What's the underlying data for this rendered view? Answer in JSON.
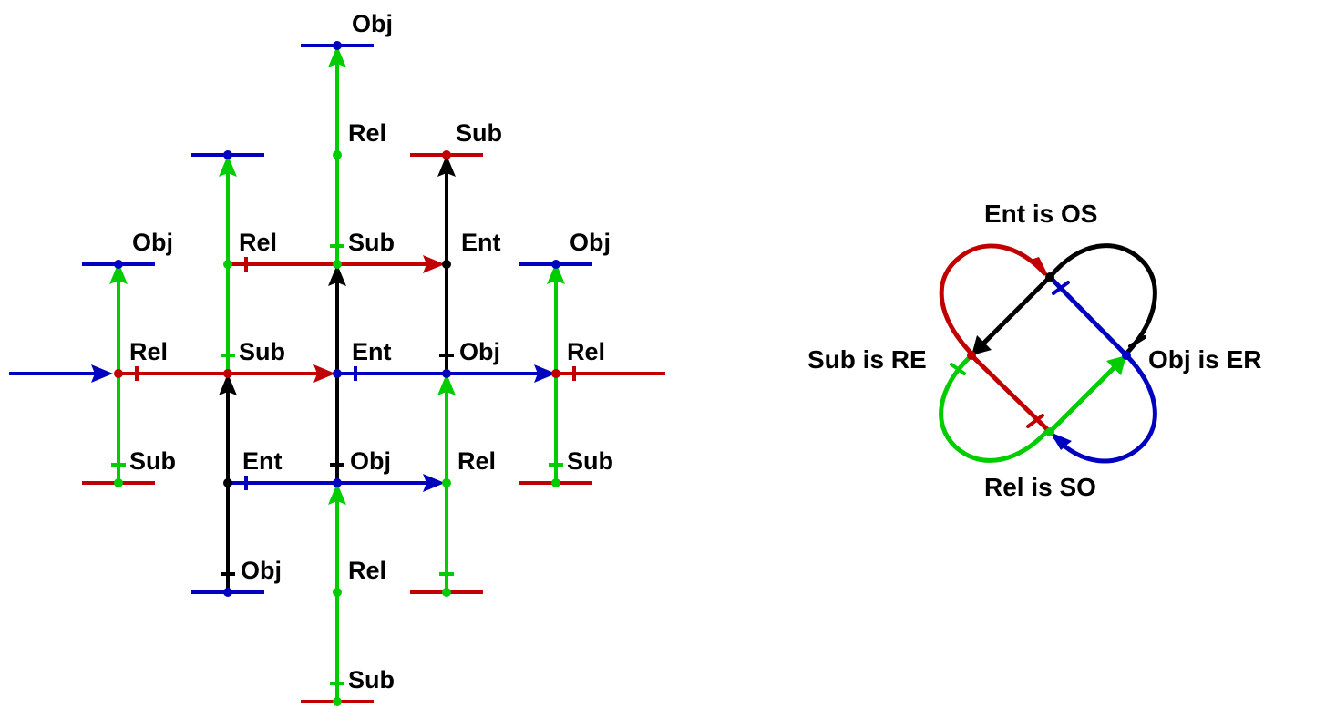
{
  "colors": {
    "red": "#c00000",
    "blue": "#0000c0",
    "green": "#00cc00",
    "black": "#000000"
  },
  "grid": {
    "labels": {
      "obj_top": "Obj",
      "rel_upper": "Rel",
      "sub_upper": "Sub",
      "rel_row1": "Rel",
      "sub_row1": "Sub",
      "ent_row1": "Ent",
      "obj_left1": "Obj",
      "obj_right1": "Obj",
      "rel_left2": "Rel",
      "sub_mid2": "Sub",
      "ent_mid2": "Ent",
      "obj_mid2": "Obj",
      "rel_right2": "Rel",
      "sub_left3": "Sub",
      "ent_row3": "Ent",
      "obj_row3": "Obj",
      "rel_row3": "Rel",
      "sub_right3": "Sub",
      "obj_bottom4": "Obj",
      "rel_lower": "Rel",
      "sub_bottom": "Sub"
    }
  },
  "knot": {
    "ent_label": "Ent is OS",
    "sub_label": "Sub is RE",
    "obj_label": "Obj is ER",
    "rel_label": "Rel is SO"
  }
}
